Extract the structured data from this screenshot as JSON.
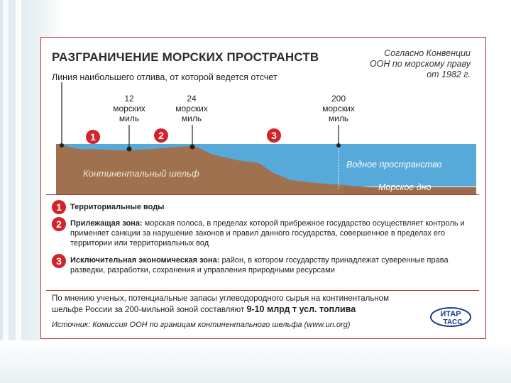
{
  "title": "РАЗГРАНИЧЕНИЕ МОРСКИХ ПРОСТРАНСТВ",
  "convention": "Согласно Конвенции\nООН по морскому праву\nот 1982 г.",
  "low_tide_line": "Линия наибольшего отлива, от которой ведется отсчет",
  "distances": [
    {
      "text": "12\nморских\nмиль"
    },
    {
      "text": "24\nморских\nмиль"
    },
    {
      "text": "200\nморских\nмиль"
    }
  ],
  "zones": [
    "1",
    "2",
    "3"
  ],
  "labels": {
    "shelf": "Континентальный шельф",
    "water": "Водное пространство",
    "seabed": "Морское дно"
  },
  "legend": [
    {
      "num": "1",
      "head": "Территориальные воды",
      "body": ""
    },
    {
      "num": "2",
      "head": "Прилежащая зона:",
      "body": " морская полоса, в пределах которой прибрежное государство осуществляет контроль и применяет санкции за нарушение законов и правил данного государства, совершенное в пределах его территории или территориальных вод"
    },
    {
      "num": "3",
      "head": "Исключительная экономическая зона:",
      "body": " район, в котором государству принадлежат суверенные права разведки, разработки, сохранения и управления природными ресурсами"
    }
  ],
  "note": {
    "text": "По мнению ученых, потенциальные запасы углеводородного сырья на континентальном шельфе России за 200-мильной зоной составляют ",
    "bold": "9-10 млрд т усл. топлива"
  },
  "source": "Источник: Комиссия ООН по границам континентального шельфа (www.un.org)",
  "logo": {
    "line1": "ИТАР",
    "line2": "ТАСС"
  },
  "colors": {
    "water": "#56a9d8",
    "land": "#a0714f",
    "accent": "#d4232a",
    "frame": "#b7322e"
  }
}
